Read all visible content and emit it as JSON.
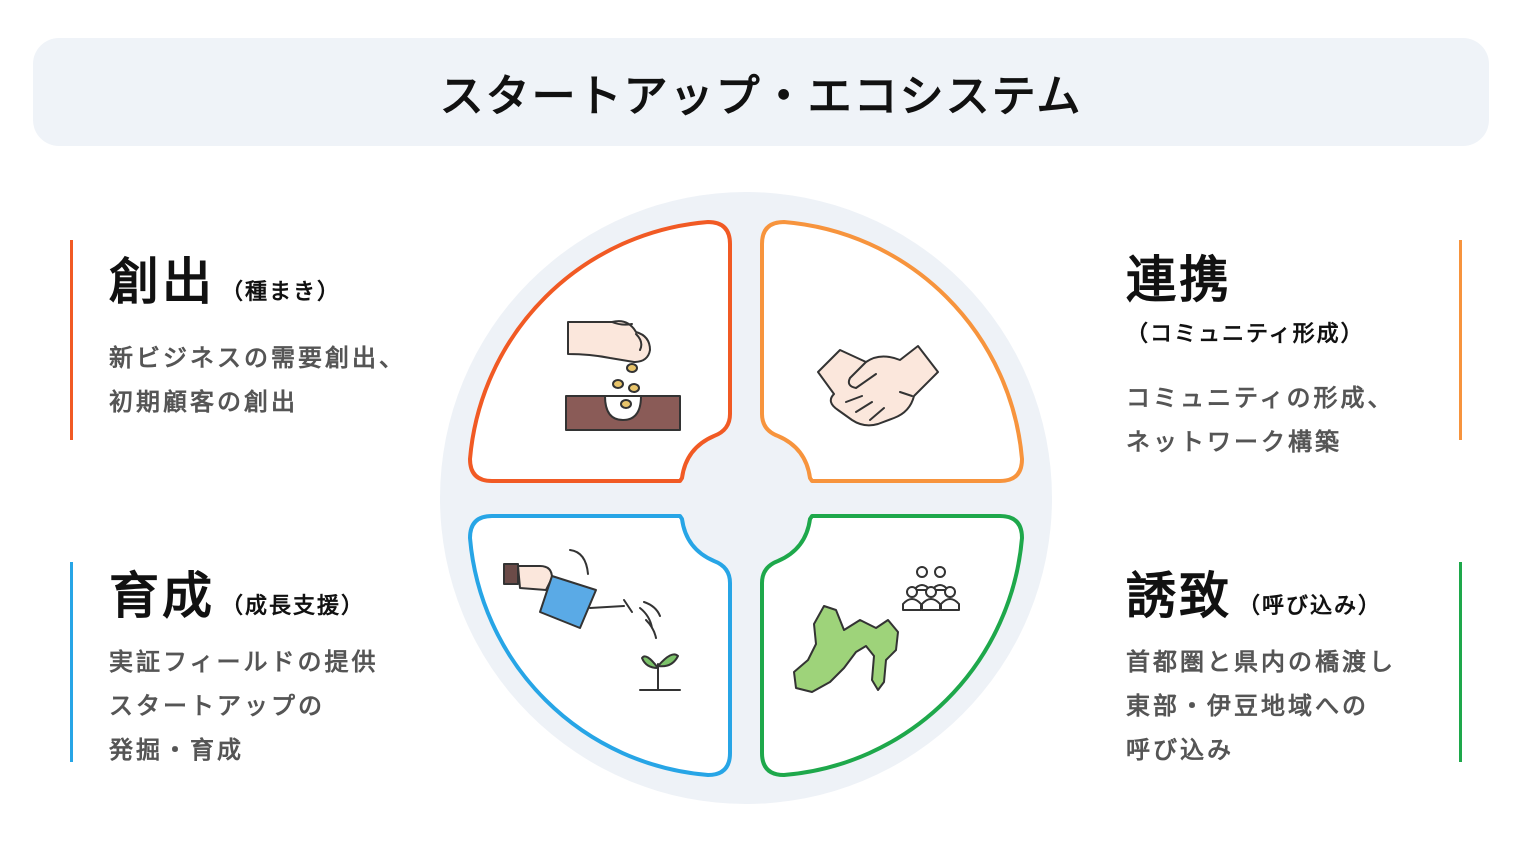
{
  "title": "スタートアップ・エコシステム",
  "colors": {
    "create": "#f15a24",
    "collaborate": "#f7943d",
    "nurture": "#27a5e6",
    "attract": "#1ea84b",
    "circle_bg": "#eef2f7",
    "title_bg": "#eff3f8"
  },
  "sections": {
    "create": {
      "title": "創出",
      "subtitle": "（種まき）",
      "lines": [
        "新ビジネスの需要創出、",
        "初期顧客の創出"
      ]
    },
    "collaborate": {
      "title": "連携",
      "subtitle": "（コミュニティ形成）",
      "lines": [
        "コミュニティの形成、",
        "ネットワーク構築"
      ]
    },
    "nurture": {
      "title": "育成",
      "subtitle": "（成長支援）",
      "lines": [
        "実証フィールドの提供",
        "スタートアップの",
        "発掘・育成"
      ]
    },
    "attract": {
      "title": "誘致",
      "subtitle": "（呼び込み）",
      "lines": [
        "首都圏と県内の橋渡し",
        "東部・伊豆地域への",
        "呼び込み"
      ]
    }
  },
  "icons": {
    "create": "sowing-seeds-icon",
    "collaborate": "handshake-icon",
    "nurture": "watering-can-icon",
    "attract": "shizuoka-map-people-icon"
  }
}
